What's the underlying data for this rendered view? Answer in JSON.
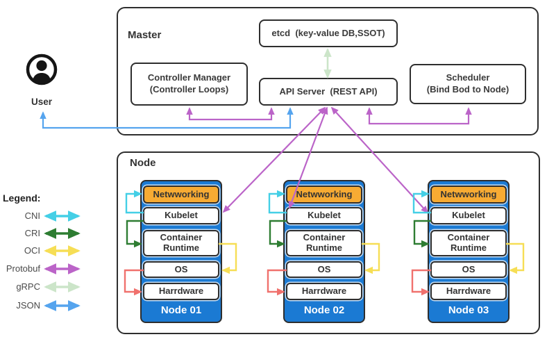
{
  "palette": {
    "node_blue": "#1B7AD3",
    "networking_orange": "#F7AB33",
    "border_dark": "#2E2E2E",
    "cni": "#44CFE6",
    "cri": "#2E7D32",
    "oci": "#F6DE55",
    "protobuf": "#BB64C8",
    "grpc": "#CCE5C9",
    "json": "#55A4EE",
    "hw": "#F0716D"
  },
  "user": {
    "label": "User"
  },
  "master": {
    "label": "Master",
    "etcd_label": "etcd  (key-value DB,SSOT)",
    "controller_manager": {
      "line1": "Controller Manager",
      "line2": "(Controller Loops)"
    },
    "api_server_label": "API Server  (REST API)",
    "scheduler": {
      "line1": "Scheduler",
      "line2": "(Bind Bod to Node)"
    }
  },
  "node_section": {
    "label": "Node",
    "nodes": [
      {
        "name": "Node 01",
        "layers": {
          "networking": "Netwworking",
          "kubelet": "Kubelet",
          "container_runtime": "Container Runtime",
          "os": "OS",
          "hardware": "Harrdware"
        }
      },
      {
        "name": "Node 02",
        "layers": {
          "networking": "Netwworking",
          "kubelet": "Kubelet",
          "container_runtime": "Container Runtime",
          "os": "OS",
          "hardware": "Harrdware"
        }
      },
      {
        "name": "Node 03",
        "layers": {
          "networking": "Netwworking",
          "kubelet": "Kubelet",
          "container_runtime": "Container Runtime",
          "os": "OS",
          "hardware": "Harrdware"
        }
      }
    ]
  },
  "legend": {
    "title": "Legend:",
    "items": [
      {
        "label": "CNI",
        "color": "#44CFE6"
      },
      {
        "label": "CRI",
        "color": "#2E7D32"
      },
      {
        "label": "OCI",
        "color": "#F6DE55"
      },
      {
        "label": "Protobuf",
        "color": "#BB64C8"
      },
      {
        "label": "gRPC",
        "color": "#CCE5C9"
      },
      {
        "label": "JSON",
        "color": "#55A4EE"
      }
    ]
  }
}
